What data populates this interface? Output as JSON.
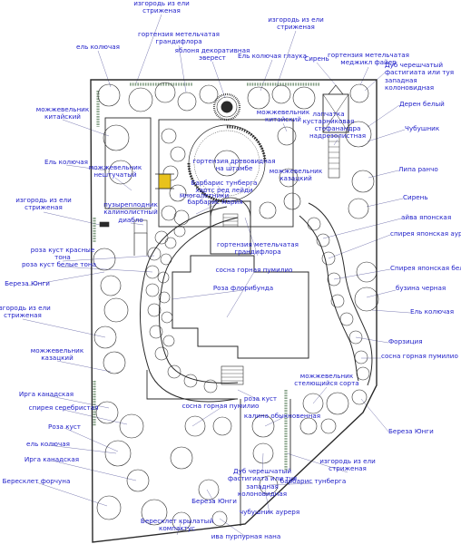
{
  "labels": {
    "l01": "изгородь из ели\nстриженая",
    "l02": "ель колючая",
    "l03": "гортензия метельчатая\nграндифлора",
    "l04": "яблоня декоративная\nэверест",
    "l05": "изгородь из ели\nстриженая",
    "l06": "Ель колючая глаука",
    "l07": "Сирень",
    "l08": "гортензия метельчатая\nмеджикл файер",
    "l09": "Дуб черешчатый\nфастигиата или туя\nзападная\nколоновидная",
    "l10": "можжевельник\nкитайский",
    "l11": "можжевельник\nкитайский",
    "l12": "лапчатка\nкустарниковая",
    "l13": "стефанандра\nнадрезолистная",
    "l14": "Дерен белый",
    "l15": "Чубушник",
    "l16": "Ель колючая",
    "l17": "можжевельник\nнештучатый",
    "l18": "гортензия древовидная\nна штамбе",
    "l19": "можжевельник\nказацкий",
    "l20": "Барбарис тунберга\nхартс ред лейди",
    "l21": "Липа ранчо",
    "l22": "изгородь из ели\nстриженая",
    "l23": "пузыреплодник\nкалинолистный\nдиабло",
    "l24": "многолетники",
    "l25": "барбарис мария",
    "l26": "Сирень",
    "l27": "айва японская",
    "l28": "спирея японская аурея",
    "l29": "роза куст красные\nтона",
    "l30": "роза куст белые тона",
    "l31": "гортензия метельчатая\nграндифлора",
    "l32": "сосна горная пумилио",
    "l33": "Спирея японская белая",
    "l34": "Береза Юнги",
    "l35": "Роза флорибунда",
    "l36": "бузина черная",
    "l37": "изгородь из ели\nстриженая",
    "l38": "Ель колючая",
    "l39": "можжевельник\nказацкий",
    "l40": "Форзиция",
    "l41": "сосна горная пумилио",
    "l42": "можжевельник\nстелющийся сорта",
    "l43": "Ирга канадская",
    "l44": "спирея серебристая",
    "l45": "роза куст",
    "l46": "сосна горная пумилио",
    "l47": "калина обыкновенная",
    "l48": "Роза куст",
    "l49": "Береза Юнги",
    "l50": "ель колючая",
    "l51": "Ирга канадская",
    "l52": "изгородь из ели\nстриженая",
    "l53": "барбарис тунберга",
    "l54": "Бересклет форчуна",
    "l55": "Дуб черешчатый\nфастигиата или туя\nзападная\nколоновидная",
    "l56": "Береза Юнги",
    "l57": "чубушник ауреря",
    "l58": "Бересклет крылатый\nкомпактус",
    "l59": "ива пурпурная нана"
  },
  "colors": {
    "ink": "#2a2a2a",
    "label": "#1d1dc8",
    "leader": "#6a6aa8",
    "hedge": "#6e8f70",
    "bench": "#e8c21c"
  }
}
